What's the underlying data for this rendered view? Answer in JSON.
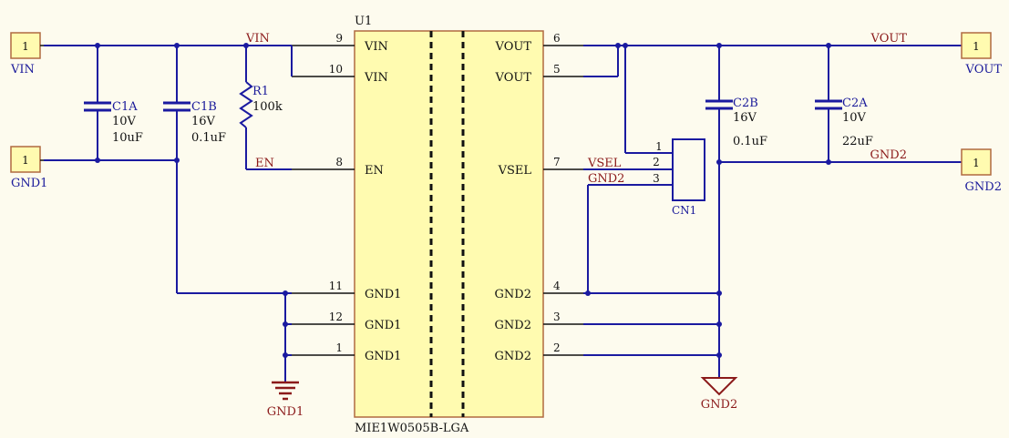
{
  "ic": {
    "ref": "U1",
    "part": "MIE1W0505B-LGA",
    "left_pins": [
      {
        "num": "9",
        "name": "VIN"
      },
      {
        "num": "10",
        "name": "VIN"
      },
      {
        "num": "8",
        "name": "EN"
      },
      {
        "num": "11",
        "name": "GND1"
      },
      {
        "num": "12",
        "name": "GND1"
      },
      {
        "num": "1",
        "name": "GND1"
      }
    ],
    "right_pins": [
      {
        "num": "6",
        "name": "VOUT"
      },
      {
        "num": "5",
        "name": "VOUT"
      },
      {
        "num": "7",
        "name": "VSEL"
      },
      {
        "num": "4",
        "name": "GND2"
      },
      {
        "num": "3",
        "name": "GND2"
      },
      {
        "num": "2",
        "name": "GND2"
      }
    ]
  },
  "connectors": {
    "vin": {
      "pin": "1",
      "label": "VIN"
    },
    "gnd1": {
      "pin": "1",
      "label": "GND1"
    },
    "vout": {
      "pin": "1",
      "label": "VOUT"
    },
    "gnd2": {
      "pin": "1",
      "label": "GND2"
    }
  },
  "caps": {
    "c1a": {
      "ref": "C1A",
      "voltage": "10V",
      "value": "10uF"
    },
    "c1b": {
      "ref": "C1B",
      "voltage": "16V",
      "value": "0.1uF"
    },
    "c2b": {
      "ref": "C2B",
      "voltage": "16V",
      "value": "0.1uF"
    },
    "c2a": {
      "ref": "C2A",
      "voltage": "10V",
      "value": "22uF"
    }
  },
  "resistor": {
    "ref": "R1",
    "value": "100k"
  },
  "header": {
    "ref": "CN1",
    "pins": [
      "1",
      "2",
      "3"
    ]
  },
  "nets": {
    "vin": "VIN",
    "en": "EN",
    "vsel": "VSEL",
    "gnd2_cn": "GND2",
    "vout": "VOUT",
    "gnd2": "GND2"
  },
  "grounds": {
    "gnd1": "GND1",
    "gnd2": "GND2"
  },
  "colors": {
    "wire": "#1a1aa0",
    "ic_fill": "#fffbb0",
    "ic_stroke": "#b06a40",
    "net_label": "#8b1a1a"
  }
}
